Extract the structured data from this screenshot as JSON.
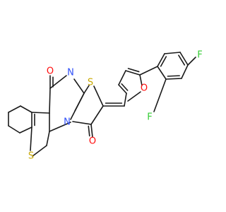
{
  "molecule": {
    "atoms": {
      "o_top": {
        "symbol": "O",
        "color": "#ff0d0d"
      },
      "n_imine": {
        "symbol": "N",
        "color": "#3050f8"
      },
      "s_thiaz": {
        "symbol": "S",
        "color": "#c8a800"
      },
      "o_furan": {
        "symbol": "O",
        "color": "#ff0d0d"
      },
      "f_para": {
        "symbol": "F",
        "color": "#33cc33"
      },
      "f_ortho": {
        "symbol": "F",
        "color": "#33cc33"
      },
      "n_ring": {
        "symbol": "N",
        "color": "#3050f8"
      },
      "o_bot": {
        "symbol": "O",
        "color": "#ff0d0d"
      },
      "s_thio": {
        "symbol": "S",
        "color": "#c8a800"
      }
    },
    "bond_color": "#1a1a1a"
  }
}
